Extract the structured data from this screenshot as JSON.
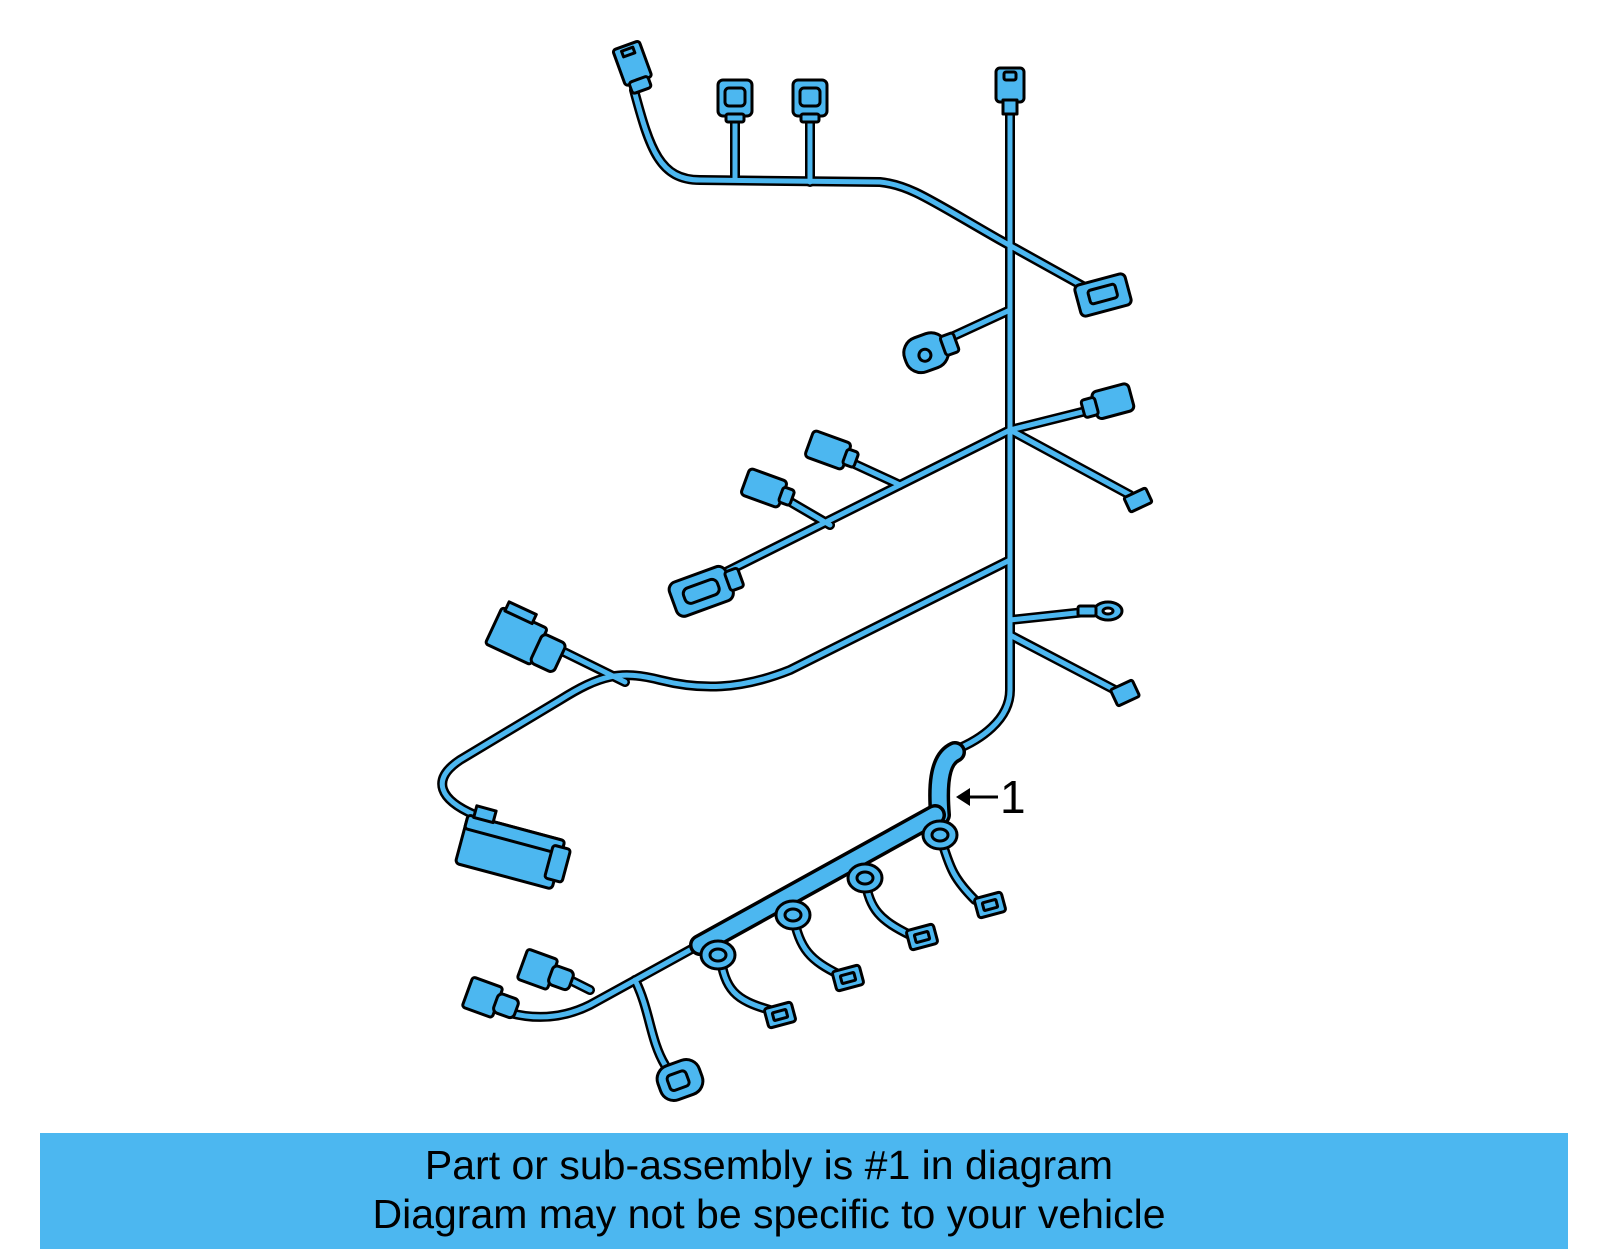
{
  "diagram": {
    "part_callout": "1",
    "wire_color": "#4cb7f0",
    "outline_color": "#000000"
  },
  "caption": {
    "background": "#4cb7f0",
    "line1": "Part or sub-assembly is #1 in diagram",
    "line2": "Diagram may not be specific to your vehicle"
  }
}
